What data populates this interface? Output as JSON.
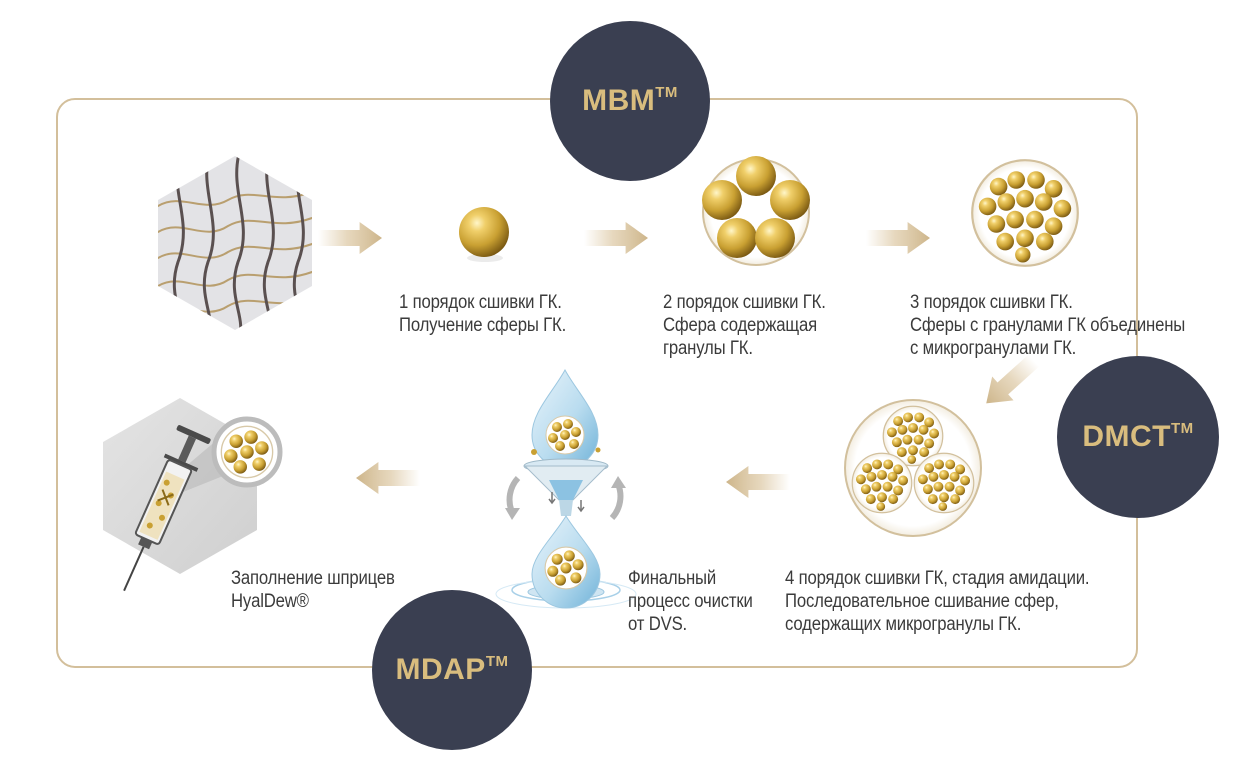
{
  "colors": {
    "background": "#ffffff",
    "frame": "#d3bf9b",
    "badge": "#3a3f51",
    "badge_text": "#d9bd7e",
    "gold": "#c9a032",
    "gold_dark": "#7a5a12",
    "arrow": "#dcc7a2",
    "caption": "#3b3b3b",
    "hex_fill": "#dcdcdc"
  },
  "badges": {
    "mbm": {
      "label": "MBM",
      "mark": "TM"
    },
    "dmct": {
      "label": "DMCT",
      "mark": "TM"
    },
    "mdap": {
      "label": "MDAP",
      "mark": "TM"
    }
  },
  "steps": {
    "step1": {
      "lines": [
        "1 порядок сшивки ГК.",
        "Получение сферы ГК."
      ]
    },
    "step2": {
      "lines": [
        "2 порядок сшивки ГК.",
        "Сфера содержащая",
        "гранулы ГК."
      ]
    },
    "step3": {
      "lines": [
        "3 порядок сшивки ГК.",
        "Сферы с гранулами ГК объединены",
        "с микрогранулами ГК."
      ]
    },
    "step4": {
      "lines": [
        "4 порядок сшивки ГК, стадия амидации.",
        "Последовательное сшивание сфер,",
        "содержащих микрогранулы ГК."
      ]
    },
    "purification": {
      "lines": [
        "Финальный",
        "процесс очистки",
        "от DVS."
      ]
    },
    "syringe": {
      "lines": [
        "Заполнение шприцев",
        "HyalDew®"
      ]
    }
  },
  "icons": [
    "ha-fiber-mesh-icon",
    "single-sphere-icon",
    "five-sphere-cluster-icon",
    "granule-cluster-icon",
    "triple-cluster-icon",
    "purification-funnel-icon",
    "syringe-icon",
    "flow-arrow-icon"
  ]
}
